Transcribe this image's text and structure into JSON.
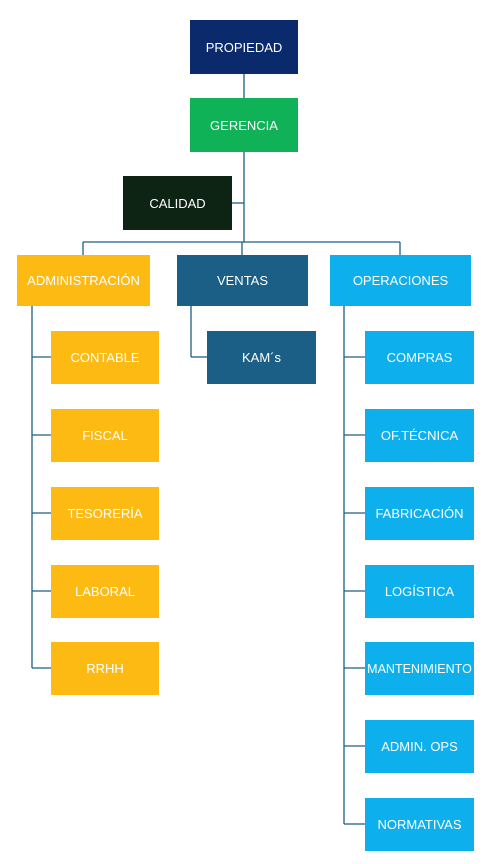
{
  "colors": {
    "propiedad": "#0b2a6b",
    "gerencia": "#0fb257",
    "calidad": "#0d2414",
    "administracion": "#fdba12",
    "ventas": "#1b5e86",
    "operaciones": "#0db0ec",
    "connector": "#1e5f82"
  },
  "chart": {
    "propiedad": "PROPIEDAD",
    "gerencia": "GERENCIA",
    "calidad": "CALIDAD",
    "administracion": {
      "label": "ADMINISTRACIÓN",
      "children": [
        "CONTABLE",
        "FISCAL",
        "TESORERÍA",
        "LABORAL",
        "RRHH"
      ]
    },
    "ventas": {
      "label": "VENTAS",
      "children": [
        "KAM´s"
      ]
    },
    "operaciones": {
      "label": "OPERACIONES",
      "children": [
        "COMPRAS",
        "OF.TÉCNICA",
        "FABRICACIÓN",
        "LOGÍSTICA",
        "MANTENIMIENTO",
        "ADMIN. OPS",
        "NORMATIVAS"
      ]
    }
  }
}
